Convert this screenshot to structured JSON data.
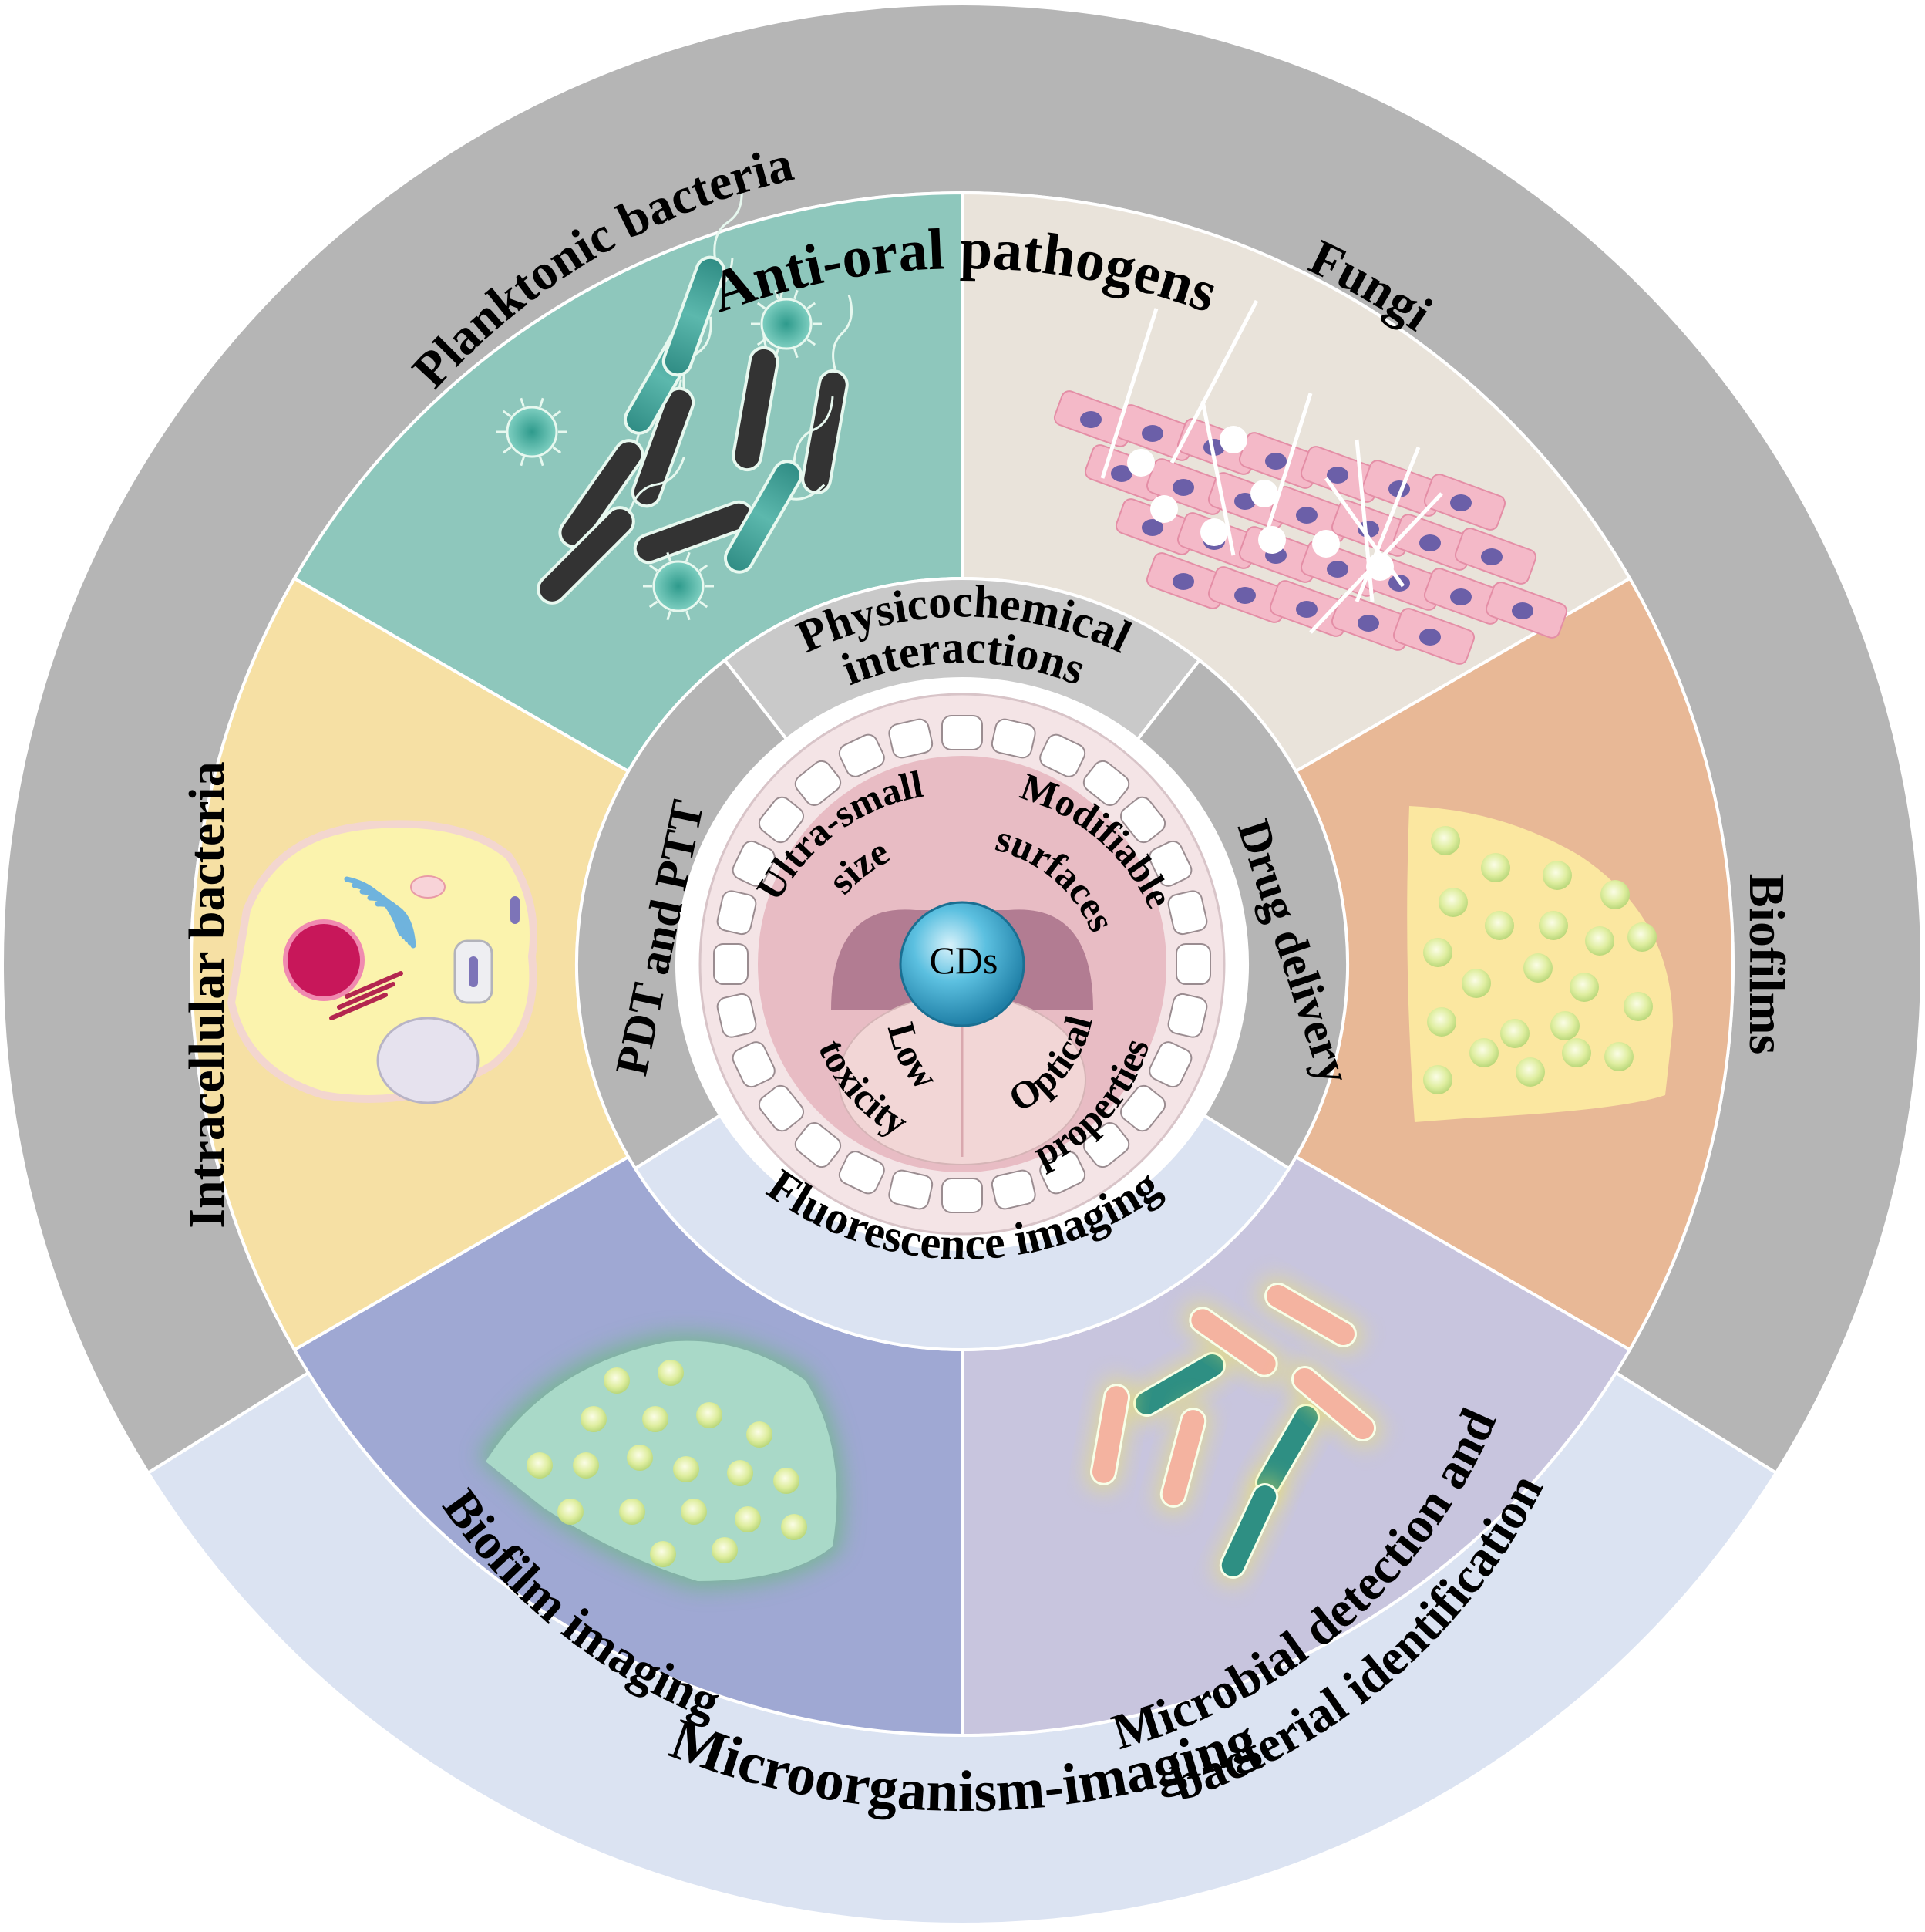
{
  "outer_ring": {
    "top_label": "Anti-oral pathogens",
    "bottom_label": "Microorganism-imaging",
    "top_color": "#b5b5b5",
    "bottom_color": "#dbe3f2"
  },
  "segments": [
    {
      "id": "planktonic",
      "label": "Planktonic bacteria",
      "color": "#8ec7bc"
    },
    {
      "id": "fungi",
      "label": "Fungi",
      "color": "#e9e3da"
    },
    {
      "id": "biofilms",
      "label": "Biofilms",
      "color": "#e8b896"
    },
    {
      "id": "microbial",
      "label_line1": "Microbial detection and",
      "label_line2": "bacterial identification",
      "color": "#c8c5de"
    },
    {
      "id": "biofilm-imaging",
      "label": "Biofilm imaging",
      "color": "#9fa8d3"
    },
    {
      "id": "intracellular",
      "label": "Intracellular bacteria",
      "color": "#f6e0a4"
    }
  ],
  "inner_ring": {
    "physicochemical_line1": "Physicochemical",
    "physicochemical_line2": "interactions",
    "drug_delivery": "Drug delivery",
    "fluorescence": "Fluorescence imaging",
    "pdt_ptt": "PDT and PTT",
    "gray_color": "#b5b5b5",
    "light_gray_color": "#c9c9c9",
    "blue_color": "#dbe3f2"
  },
  "center": {
    "cds_label": "CDs",
    "properties": [
      {
        "line1": "Ultra-small",
        "line2": "size"
      },
      {
        "line1": "Modifiable",
        "line2": "surfaces"
      },
      {
        "line1": "Low",
        "line2": "toxicity"
      },
      {
        "line1": "Optical",
        "line2": "properties"
      }
    ],
    "cds_color": "#3ea3c8",
    "mouth_color": "#e8bcc4"
  }
}
